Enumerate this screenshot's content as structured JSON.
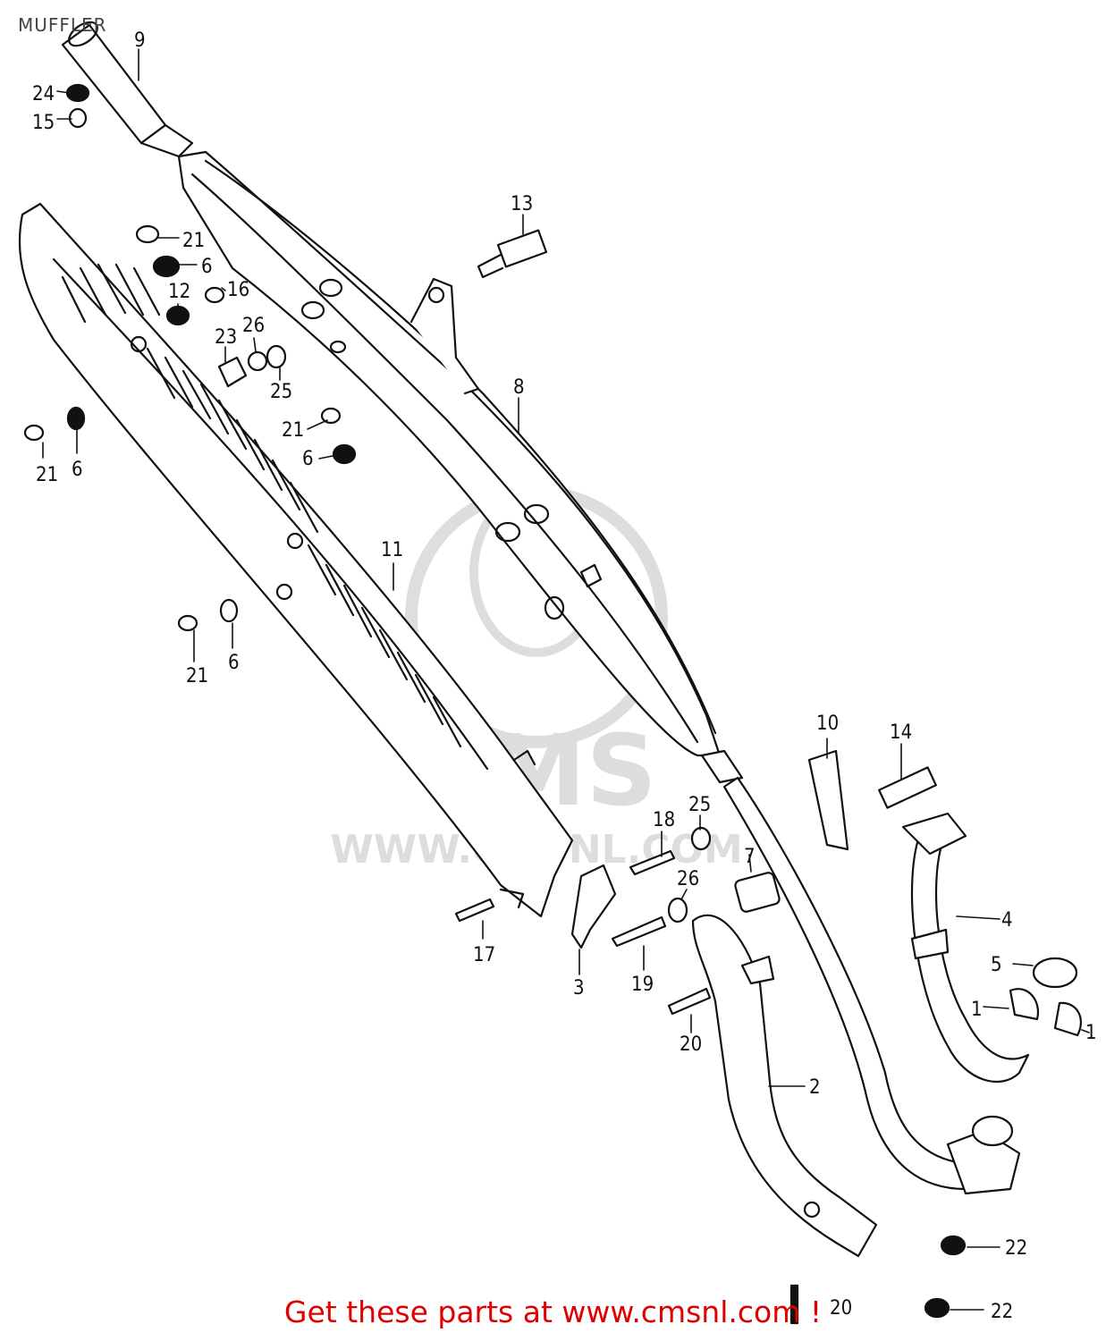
{
  "title": "MUFFLER",
  "watermark": {
    "text": "WWW.CMSNL.COM",
    "logo_text": "CMS"
  },
  "callouts": [
    {
      "id": "c9",
      "label": "9"
    },
    {
      "id": "c24",
      "label": "24"
    },
    {
      "id": "c15",
      "label": "15"
    },
    {
      "id": "c13",
      "label": "13"
    },
    {
      "id": "c21a",
      "label": "21"
    },
    {
      "id": "c6a",
      "label": "6"
    },
    {
      "id": "c12",
      "label": "12"
    },
    {
      "id": "c16",
      "label": "16"
    },
    {
      "id": "c23",
      "label": "23"
    },
    {
      "id": "c26a",
      "label": "26"
    },
    {
      "id": "c25a",
      "label": "25"
    },
    {
      "id": "c8",
      "label": "8"
    },
    {
      "id": "c21b",
      "label": "21"
    },
    {
      "id": "c6b",
      "label": "6"
    },
    {
      "id": "c21c",
      "label": "21"
    },
    {
      "id": "c6c",
      "label": "6"
    },
    {
      "id": "c11",
      "label": "11"
    },
    {
      "id": "c21d",
      "label": "21"
    },
    {
      "id": "c6d",
      "label": "6"
    },
    {
      "id": "c10",
      "label": "10"
    },
    {
      "id": "c14",
      "label": "14"
    },
    {
      "id": "c18",
      "label": "18"
    },
    {
      "id": "c25b",
      "label": "25"
    },
    {
      "id": "c7",
      "label": "7"
    },
    {
      "id": "c26b",
      "label": "26"
    },
    {
      "id": "c4",
      "label": "4"
    },
    {
      "id": "c5",
      "label": "5"
    },
    {
      "id": "c1a",
      "label": "1"
    },
    {
      "id": "c1b",
      "label": "1"
    },
    {
      "id": "c17",
      "label": "17"
    },
    {
      "id": "c3",
      "label": "3"
    },
    {
      "id": "c19",
      "label": "19"
    },
    {
      "id": "c20a",
      "label": "20"
    },
    {
      "id": "c2",
      "label": "2"
    },
    {
      "id": "c22a",
      "label": "22"
    },
    {
      "id": "c20b",
      "label": "20"
    },
    {
      "id": "c22b",
      "label": "22"
    }
  ],
  "footer": "Get these parts at www.cmsnl.com !"
}
